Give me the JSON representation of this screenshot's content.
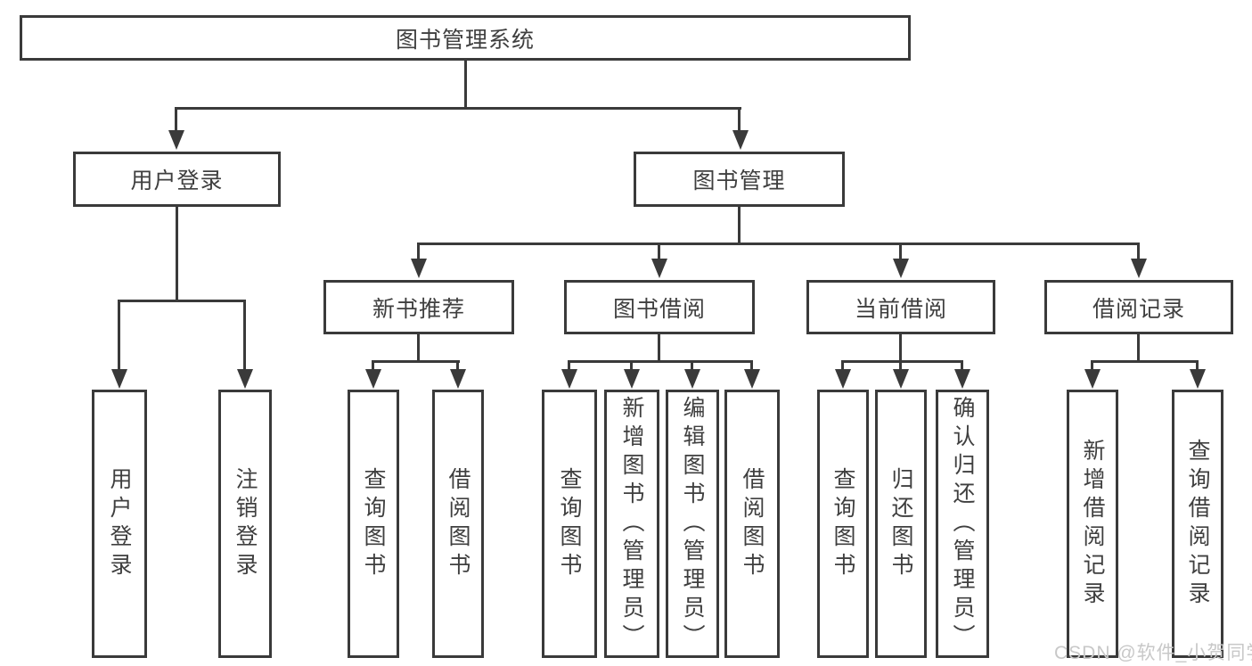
{
  "tree": {
    "label": "图书管理系统",
    "children": [
      {
        "label": "用户登录",
        "children": [
          {
            "label": "用户登录"
          },
          {
            "label": "注销登录"
          }
        ]
      },
      {
        "label": "图书管理",
        "children": [
          {
            "label": "新书推荐",
            "children": [
              {
                "label": "查询图书"
              },
              {
                "label": "借阅图书"
              }
            ]
          },
          {
            "label": "图书借阅",
            "children": [
              {
                "label": "查询图书"
              },
              {
                "label": "新增图书（管理员）"
              },
              {
                "label": "编辑图书（管理员）"
              },
              {
                "label": "借阅图书"
              }
            ]
          },
          {
            "label": "当前借阅",
            "children": [
              {
                "label": "查询图书"
              },
              {
                "label": "归还图书"
              },
              {
                "label": "确认归还（管理员）"
              }
            ]
          },
          {
            "label": "借阅记录",
            "children": [
              {
                "label": "新增借阅记录"
              },
              {
                "label": "查询借阅记录"
              }
            ]
          }
        ]
      }
    ]
  },
  "watermark": "CSDN @软件_小贺同学",
  "colors": {
    "line": "#3a3a3a",
    "text": "#3f3f3f",
    "watermark": "#c8c8c8",
    "background": "#ffffff"
  }
}
